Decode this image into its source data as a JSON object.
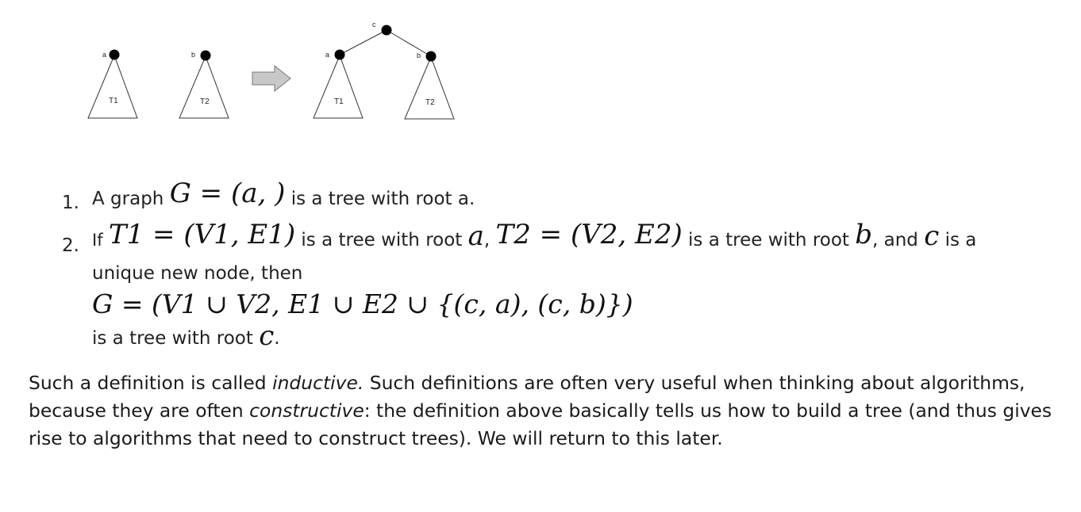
{
  "diagram": {
    "left_group": {
      "tree1": {
        "root_label": "a",
        "subtree_label": "T1"
      },
      "tree2": {
        "root_label": "b",
        "subtree_label": "T2"
      }
    },
    "right_group": {
      "new_root_label": "c",
      "tree1": {
        "root_label": "a",
        "subtree_label": "T1"
      },
      "tree2": {
        "root_label": "b",
        "subtree_label": "T2"
      }
    },
    "arrow_color": "#c8c8c8"
  },
  "list": {
    "item1": {
      "number": "1.",
      "prefix": "A graph",
      "math": "G = (a, )",
      "suffix": "is a tree with root a."
    },
    "item2": {
      "number": "2.",
      "prefix": "If",
      "math1": "T1 = (V1, E1)",
      "text1": "is a tree with root",
      "math_a": "a",
      "comma": ",",
      "math2": "T2 = (V2, E2)",
      "text2": "is a tree with root",
      "math_b": "b",
      "text3": ", and",
      "math_c": "c",
      "text4": "is a",
      "line2": "unique new node, then",
      "formula": "G = (V1 ∪ V2, E1 ∪ E2 ∪ {(c, a), (c, b)})",
      "line4_text": "is a tree with root",
      "line4_math": "c",
      "line4_end": "."
    }
  },
  "paragraph": {
    "part1": "Such a definition is called ",
    "em1": "inductive.",
    "part2": " Such definitions are often very useful when thinking about algorithms, because they are often ",
    "em2": "constructive",
    "part3": ": the definition above basically tells us how to build a tree (and thus gives rise to algorithms that need to construct trees). We will return to this later."
  }
}
